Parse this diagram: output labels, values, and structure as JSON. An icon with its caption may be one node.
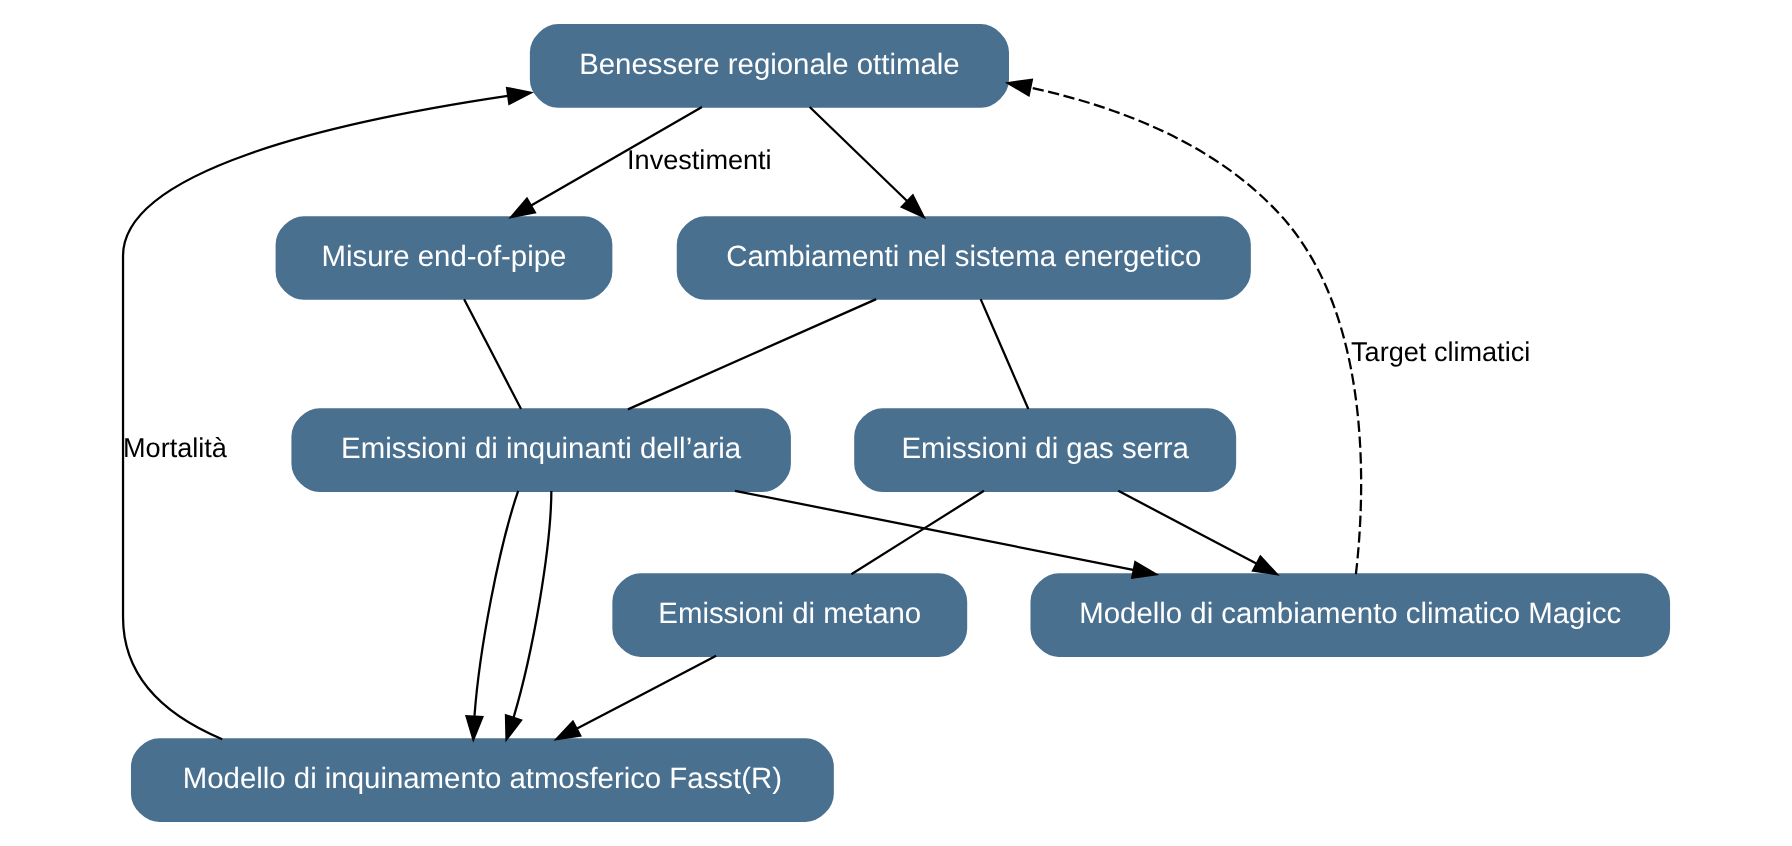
{
  "diagram": {
    "nodes": [
      {
        "text": [
          "Benessere regionale ottimale"
        ]
      },
      {
        "text": [
          "Modello di inquinamento atmosferico Fasst(R)"
        ]
      },
      {
        "text": [
          "Misure end-of-pipe"
        ]
      },
      {
        "text": [
          "Cambiamenti nel sistema energetico"
        ]
      },
      {
        "text": [
          "Modello di cambiamento climatico Magicc"
        ]
      },
      {
        "text": [
          "Emissioni di inquinanti dell’aria"
        ]
      },
      {
        "text": [
          "Emissioni di gas serra"
        ]
      },
      {
        "text": [
          "Emissioni di metano"
        ]
      }
    ],
    "edges": [
      {
        "from": 1,
        "to": 0,
        "arrow": "to",
        "label": "Mortalità"
      },
      {
        "from": 4,
        "to": 0,
        "arrow": "to",
        "label": "Target climatici",
        "style": "dashed"
      },
      {
        "from": 0,
        "to": 2,
        "arrow": "to",
        "label": "Investimenti"
      },
      {
        "from": 0,
        "to": 3,
        "arrow": "to"
      },
      {
        "from": 2,
        "to": 5,
        "arrow": "none"
      },
      {
        "from": 3,
        "to": 5,
        "arrow": "none"
      },
      {
        "from": 5,
        "to": 1,
        "arrow": "to"
      },
      {
        "from": 5,
        "to": 1,
        "arrow": "to"
      },
      {
        "from": 3,
        "to": 6,
        "arrow": "none"
      },
      {
        "from": 6,
        "to": 4,
        "arrow": "to"
      },
      {
        "from": 5,
        "to": 4,
        "arrow": "to"
      },
      {
        "from": 6,
        "to": 7,
        "arrow": "none"
      },
      {
        "from": 7,
        "to": 1,
        "arrow": "to"
      }
    ]
  }
}
